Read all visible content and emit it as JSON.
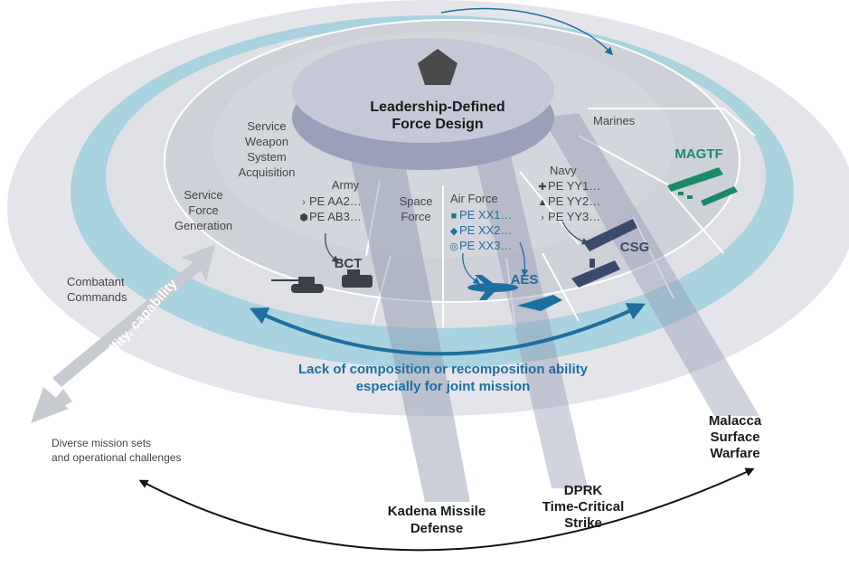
{
  "center": {
    "line1": "Leadership-Defined",
    "line2": "Force Design"
  },
  "rings": {
    "acquisition": [
      "Service",
      "Weapon",
      "System",
      "Acquisition"
    ],
    "generation": [
      "Service",
      "Force",
      "Generation"
    ],
    "combatant": [
      "Combatant",
      "Commands"
    ]
  },
  "services": {
    "army": {
      "label": "Army",
      "items": [
        "PE AA2…",
        "PE AB3…"
      ]
    },
    "space": {
      "label": [
        "Space",
        "Force"
      ]
    },
    "airforce": {
      "label": "Air Force",
      "items": [
        "PE XX1…",
        "PE XX2…",
        "PE XX3…"
      ]
    },
    "navy": {
      "label": "Navy",
      "items": [
        "PE YY1…",
        "PE YY2…",
        "PE YY3…"
      ]
    },
    "marines": {
      "label": "Marines"
    }
  },
  "units": {
    "bct": "BCT",
    "aes": "AES",
    "csg": "CSG",
    "magtf": "MAGTF"
  },
  "gap_label": "Gap in agility, capability",
  "lack": {
    "line1": "Lack of composition or recomposition ability",
    "line2": "especially for joint mission"
  },
  "diverse": {
    "line1": "Diverse mission sets",
    "line2": "and operational challenges"
  },
  "missions": {
    "kadena": [
      "Kadena Missile",
      "Defense"
    ],
    "dprk": [
      "DPRK",
      "Time-Critical",
      "Strike"
    ],
    "malacca": [
      "Malacca",
      "Surface",
      "Warfare"
    ]
  },
  "colors": {
    "accent_blue": "#1d6f9f",
    "ring_teal": "#a9d3de",
    "marines_green": "#1b8a6b",
    "dark_navy": "#3a4a6a"
  }
}
